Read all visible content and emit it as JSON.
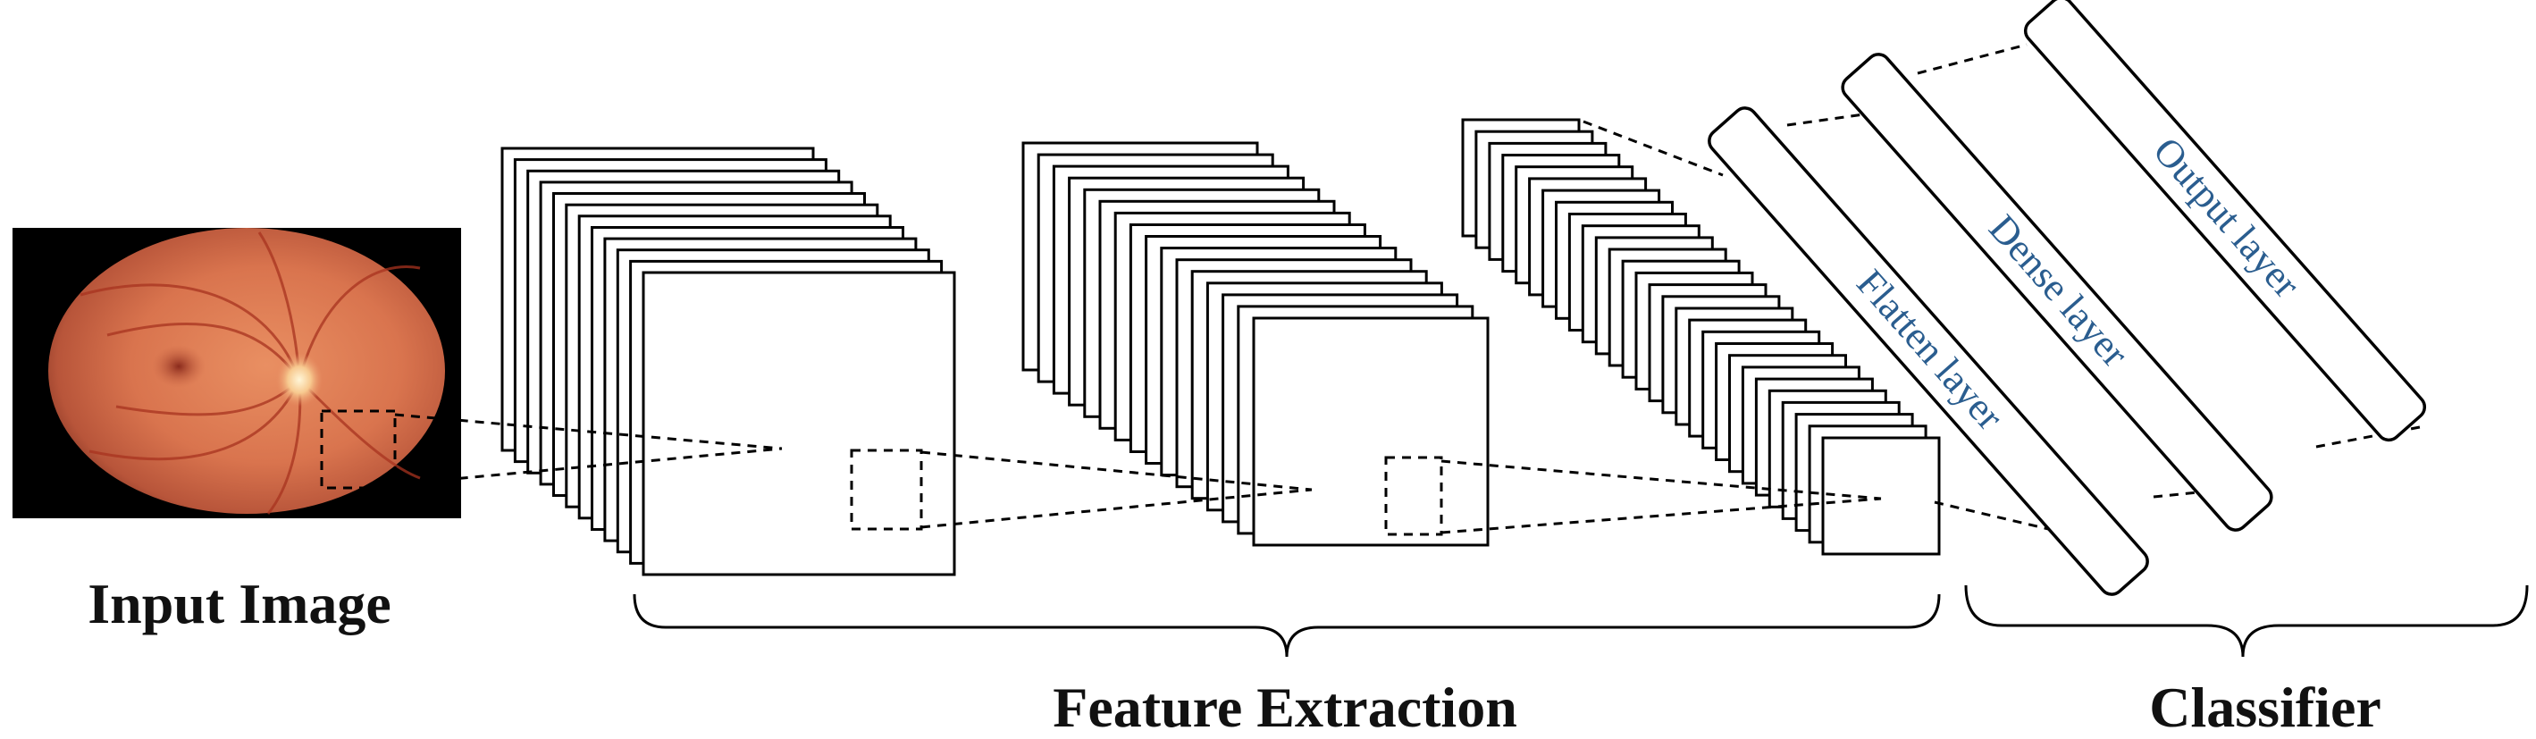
{
  "labels": {
    "input_image": "Input Image",
    "feature_extraction": "Feature Extraction",
    "classifier": "Classifier"
  },
  "layers": {
    "flatten": "Flatten layer",
    "dense": "Dense layer",
    "output": "Output layer"
  },
  "colors": {
    "layer_text": "#2a5d8f",
    "fundus_background": "#000000",
    "fundus_tone": "#d9744e"
  }
}
